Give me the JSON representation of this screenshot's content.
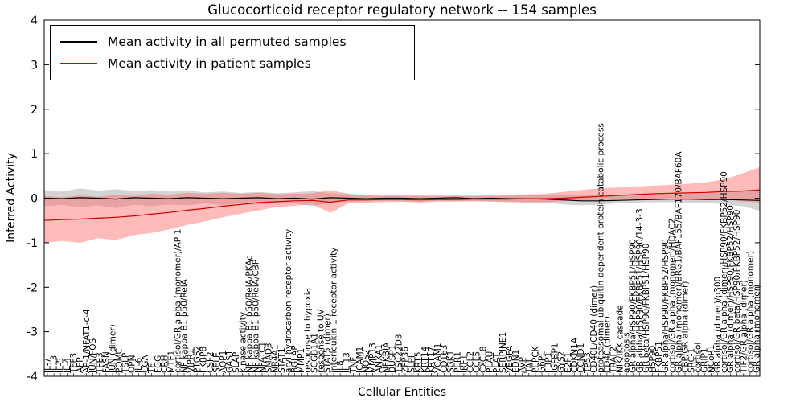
{
  "title": "Glucocorticoid receptor regulatory network -- 154 samples",
  "axes": {
    "x_label": "Cellular Entities",
    "y_label": "Inferred Activity",
    "y_ticks": [
      4,
      3,
      2,
      1,
      0,
      -1,
      -2,
      -3,
      -4
    ],
    "ylim": [
      -4,
      4
    ]
  },
  "legend": {
    "items": [
      {
        "label": "Mean activity in all permuted samples",
        "color": "#000000"
      },
      {
        "label": "Mean activity in patient samples",
        "color": "#cc0000"
      }
    ],
    "position": "upper left"
  },
  "chart_data": {
    "type": "line",
    "title": "Glucocorticoid receptor regulatory network -- 154 samples",
    "xlabel": "Cellular Entities",
    "ylabel": "Inferred Activity",
    "ylim": [
      -4,
      4
    ],
    "grid": false,
    "legend_position": "upper left",
    "x_categories": [
      "IL-7",
      "IL13",
      "IL-5",
      "IL-4",
      "TFF3",
      "AFP",
      "AP-1/NFAT1-c-4",
      "JUN/FOS",
      "TFE3",
      "FASN",
      "JUN (dimer)",
      "POMC",
      "TSLP",
      "OPN",
      "IL-6",
      "CGA",
      "TF",
      "FGG",
      "CRH",
      "MTF1",
      "cortisol/GR alpha (monomer)/AP-1",
      "NF kappa B1 p50/RelA",
      "VIPR1",
      "PTGS2",
      "FKBP8",
      "CSF2",
      "SELE",
      "AQP1",
      "GAS1",
      "SLAP",
      "kinase activity",
      "NF kappa B1 p50/RelA/PKAc",
      "NF kappa B1 p50/RelA/CBP",
      "NFATC1",
      "SMAD3",
      "NR4A1",
      "STAT1",
      "aryl hydrocarbon receptor activity",
      "BGLAP",
      "MMP1",
      "response to hypoxia",
      "SCGB1A1",
      "response to UV",
      "STAT5 (dimer)",
      "interleukin-1 receptor activity",
      "IL8",
      "IL-13",
      "TNF",
      "ICAM1",
      "NOS2",
      "MMP13",
      "ANXA1",
      "NFKBIA",
      "DUSP1",
      "TSC22D3",
      "ZFP36",
      "SLPI",
      "KRT5",
      "KRT14",
      "KRT17",
      "VCAM1",
      "CD163",
      "SGK1",
      "PER1",
      "IRF1",
      "CCL2",
      "CCL5",
      "CXCL8",
      "PLAU",
      "PLAT",
      "SERPINE1",
      "VEGFA",
      "EDN1",
      "AVP",
      "TAT",
      "PEPCK",
      "G6PC",
      "FBP1",
      "IGFBP1",
      "GYS2",
      "E2F1",
      "CDKN1A",
      "CCND1",
      "TP53",
      "CD40L/CD40 (dimer)",
      "proteasomal ubiquitin-dependent protein catabolic process",
      "CD40 (dimer)",
      "TRAF2",
      "NIK/IKK cascade",
      "apoptosis",
      "GR alpha/HSP90/FKBP51/HSP90",
      "GR alpha/HSP90/FKBP51/HSP90/14-3-3",
      "GR beta/HSP90/FKBP51/HSP90",
      "HSP90",
      "FKBP51",
      "GR alpha/HSP90/FKBP52/HSP90",
      "cortisol/GR alpha (monomer)/HDAC2",
      "GR alpha (monomer)/BRG1/BAF155/BAF170/BAF60A",
      "CBP/GR alpha (dimer)",
      "SRC-1",
      "cortisol",
      "GRIP1",
      "NCoR1",
      "GR alpha (dimer)/p300",
      "cortisol/GR alpha (dimer)/HSP90/FKBP52/HSP90",
      "GR alpha (dimer)/HSP90/FKBP52/HSP90",
      "cortisol/GR beta/HSP90/FKBP52/HSP90",
      "TIF2/GR alpha (dimer)",
      "cortisol/GR alpha (monomer)",
      "GR alpha (monomer)"
    ],
    "x_frac": [
      0,
      0.025,
      0.05,
      0.075,
      0.1,
      0.125,
      0.15,
      0.175,
      0.2,
      0.225,
      0.25,
      0.275,
      0.3,
      0.325,
      0.35,
      0.375,
      0.4,
      0.425,
      0.45,
      0.475,
      0.5,
      0.525,
      0.55,
      0.575,
      0.6,
      0.625,
      0.65,
      0.675,
      0.7,
      0.725,
      0.75,
      0.775,
      0.8,
      0.825,
      0.85,
      0.875,
      0.9,
      0.925,
      0.95,
      0.975,
      1
    ],
    "series": [
      {
        "name": "Mean activity in all permuted samples",
        "color": "#000000",
        "band_color": "#aaaaaa",
        "band_opacity": 0.5,
        "line_name": "permuted-mean-line",
        "band_name": "permuted-band",
        "mean": [
          0,
          -0.01,
          0.01,
          0,
          -0.02,
          0.01,
          0,
          -0.01,
          0.01,
          0,
          -0.01,
          0,
          0.01,
          -0.01,
          0,
          -0.02,
          0.01,
          0,
          -0.01,
          0,
          0,
          -0.01,
          0,
          0.01,
          -0.01,
          0,
          -0.01,
          -0.01,
          -0.02,
          -0.04,
          -0.06,
          -0.06,
          -0.05,
          -0.04,
          -0.03,
          -0.02,
          -0.02,
          -0.03,
          -0.03,
          -0.04,
          -0.05
        ],
        "lower": [
          -0.18,
          -0.15,
          -0.2,
          -0.16,
          -0.22,
          -0.15,
          -0.18,
          -0.14,
          -0.16,
          -0.12,
          -0.15,
          -0.12,
          -0.14,
          -0.1,
          -0.12,
          -0.18,
          -0.1,
          -0.08,
          -0.07,
          -0.06,
          -0.07,
          -0.08,
          -0.06,
          -0.07,
          -0.06,
          -0.07,
          -0.08,
          -0.09,
          -0.1,
          -0.14,
          -0.16,
          -0.15,
          -0.12,
          -0.1,
          -0.09,
          -0.09,
          -0.1,
          -0.11,
          -0.13,
          -0.18,
          -0.28
        ],
        "upper": [
          0.18,
          0.15,
          0.22,
          0.17,
          0.2,
          0.16,
          0.18,
          0.15,
          0.17,
          0.13,
          0.15,
          0.12,
          0.14,
          0.11,
          0.13,
          0.16,
          0.11,
          0.09,
          0.08,
          0.07,
          0.08,
          0.08,
          0.07,
          0.08,
          0.07,
          0.08,
          0.08,
          0.09,
          0.08,
          0.08,
          0.07,
          0.07,
          0.08,
          0.08,
          0.08,
          0.09,
          0.1,
          0.11,
          0.13,
          0.17,
          0.22
        ]
      },
      {
        "name": "Mean activity in patient samples",
        "color": "#cc0000",
        "band_color": "#ff6666",
        "band_opacity": 0.45,
        "line_name": "patient-mean-line",
        "band_name": "patient-band",
        "mean": [
          -0.5,
          -0.48,
          -0.47,
          -0.45,
          -0.43,
          -0.4,
          -0.36,
          -0.32,
          -0.27,
          -0.23,
          -0.18,
          -0.14,
          -0.1,
          -0.08,
          -0.06,
          -0.05,
          -0.09,
          -0.04,
          -0.04,
          -0.03,
          -0.03,
          -0.04,
          -0.03,
          -0.03,
          -0.02,
          -0.02,
          -0.02,
          -0.01,
          -0.01,
          0,
          0.02,
          0.04,
          0.06,
          0.08,
          0.1,
          0.11,
          0.12,
          0.13,
          0.15,
          0.16,
          0.18
        ],
        "lower": [
          -1,
          -0.96,
          -1,
          -0.9,
          -0.94,
          -0.83,
          -0.78,
          -0.7,
          -0.6,
          -0.52,
          -0.43,
          -0.35,
          -0.27,
          -0.2,
          -0.17,
          -0.14,
          -0.33,
          -0.12,
          -0.1,
          -0.09,
          -0.08,
          -0.1,
          -0.08,
          -0.08,
          -0.07,
          -0.08,
          -0.09,
          -0.1,
          -0.09,
          -0.07,
          -0.05,
          -0.04,
          -0.03,
          -0.02,
          -0.01,
          0,
          -0.02,
          -0.03,
          -0.02,
          -0.07,
          -0.1
        ],
        "upper": [
          0.05,
          0.02,
          0.06,
          0.03,
          0.08,
          0.05,
          0.1,
          0.08,
          0.12,
          0.1,
          0.12,
          0.1,
          0.12,
          0.09,
          0.1,
          0.11,
          0.18,
          0.1,
          0.06,
          0.05,
          0.05,
          0.05,
          0.04,
          0.05,
          0.04,
          0.05,
          0.06,
          0.08,
          0.1,
          0.14,
          0.18,
          0.22,
          0.24,
          0.26,
          0.28,
          0.3,
          0.32,
          0.36,
          0.42,
          0.55,
          0.7
        ]
      }
    ]
  }
}
